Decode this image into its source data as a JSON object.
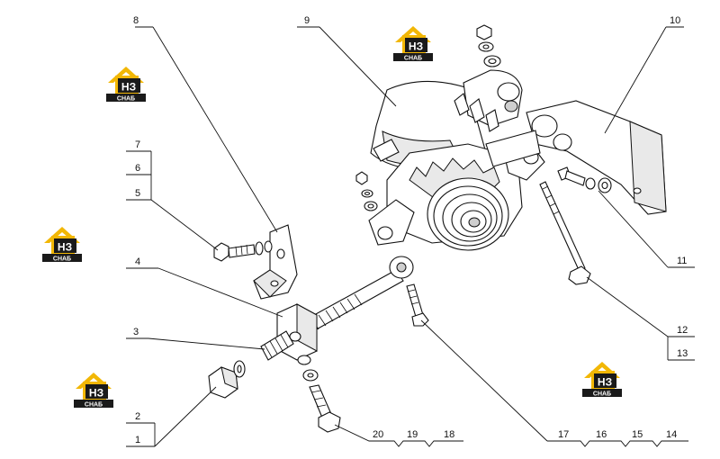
{
  "diagram": {
    "callouts": [
      "1",
      "2",
      "3",
      "4",
      "5",
      "6",
      "7",
      "8",
      "9",
      "10",
      "11",
      "12",
      "13",
      "14",
      "15",
      "16",
      "17",
      "18",
      "19",
      "20"
    ]
  },
  "watermark": {
    "logo_letters": "НЗ",
    "logo_caption": "СНАБ",
    "colors": {
      "roof": "#f2b705",
      "badge": "#1a1a1a",
      "text": "#ffffff"
    }
  }
}
